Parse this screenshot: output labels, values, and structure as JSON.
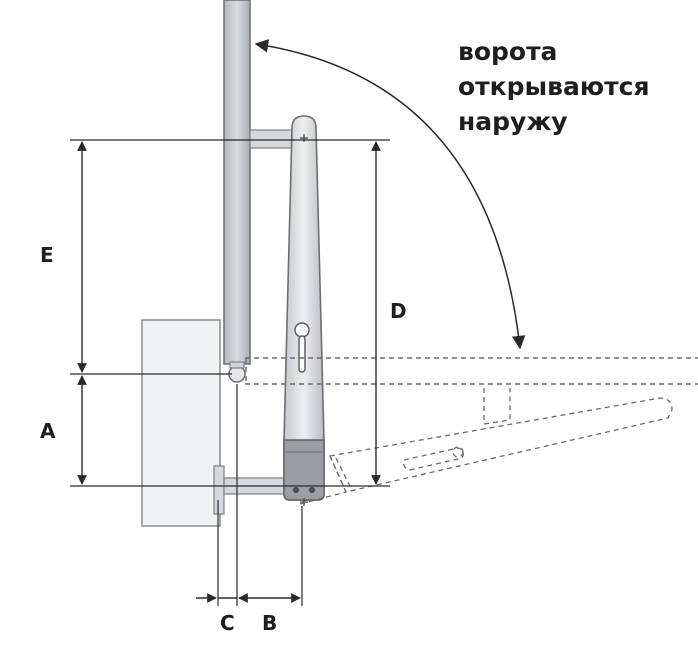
{
  "caption": {
    "lines": [
      "ворота",
      "открываются",
      "наружу"
    ]
  },
  "labels": {
    "E": "E",
    "D": "D",
    "A": "A",
    "C": "C",
    "B": "B"
  },
  "colors": {
    "line": "#2a2a2a",
    "gate_fill": "#cfd2d6",
    "gate_stroke": "#6d6f72",
    "pillar_fill": "#f1f2f4",
    "motor_fill": "#d9dce0",
    "motor_dark": "#8d9095",
    "dashed": "#6b6b6b",
    "text": "#1e1e1e"
  }
}
